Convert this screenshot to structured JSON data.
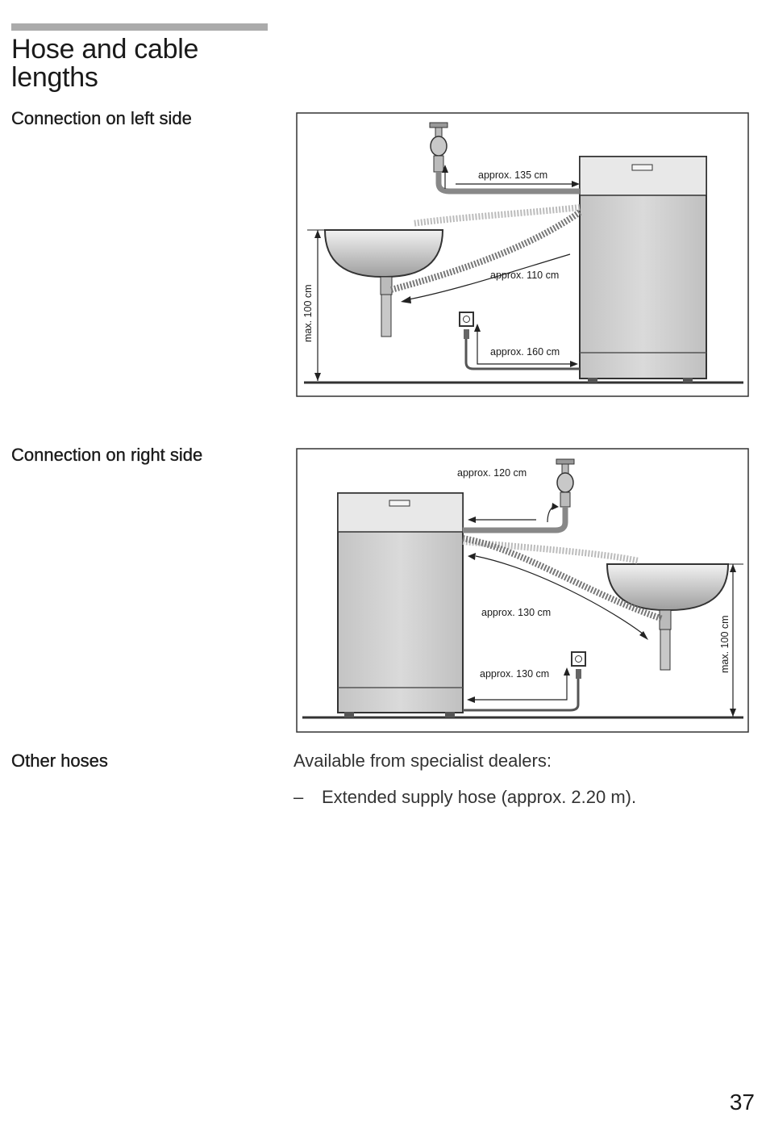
{
  "page": {
    "title": "Hose and cable lengths",
    "page_number": "37"
  },
  "sections": {
    "left": {
      "heading": "Connection on left side",
      "labels": {
        "inlet": "approx. 135 cm",
        "drain": "approx. 110 cm",
        "cable": "approx. 160 cm",
        "height": "max. 100 cm"
      }
    },
    "right": {
      "heading": "Connection on right side",
      "labels": {
        "inlet": "approx. 120 cm",
        "drain": "approx. 130 cm",
        "cable": "approx. 130 cm",
        "height": "max. 100 cm"
      }
    },
    "other": {
      "heading": "Other hoses",
      "intro": "Available from specialist dealers:",
      "bullet_dash": "–",
      "bullet_text": "Extended supply hose (approx. 2.20 m)."
    }
  }
}
